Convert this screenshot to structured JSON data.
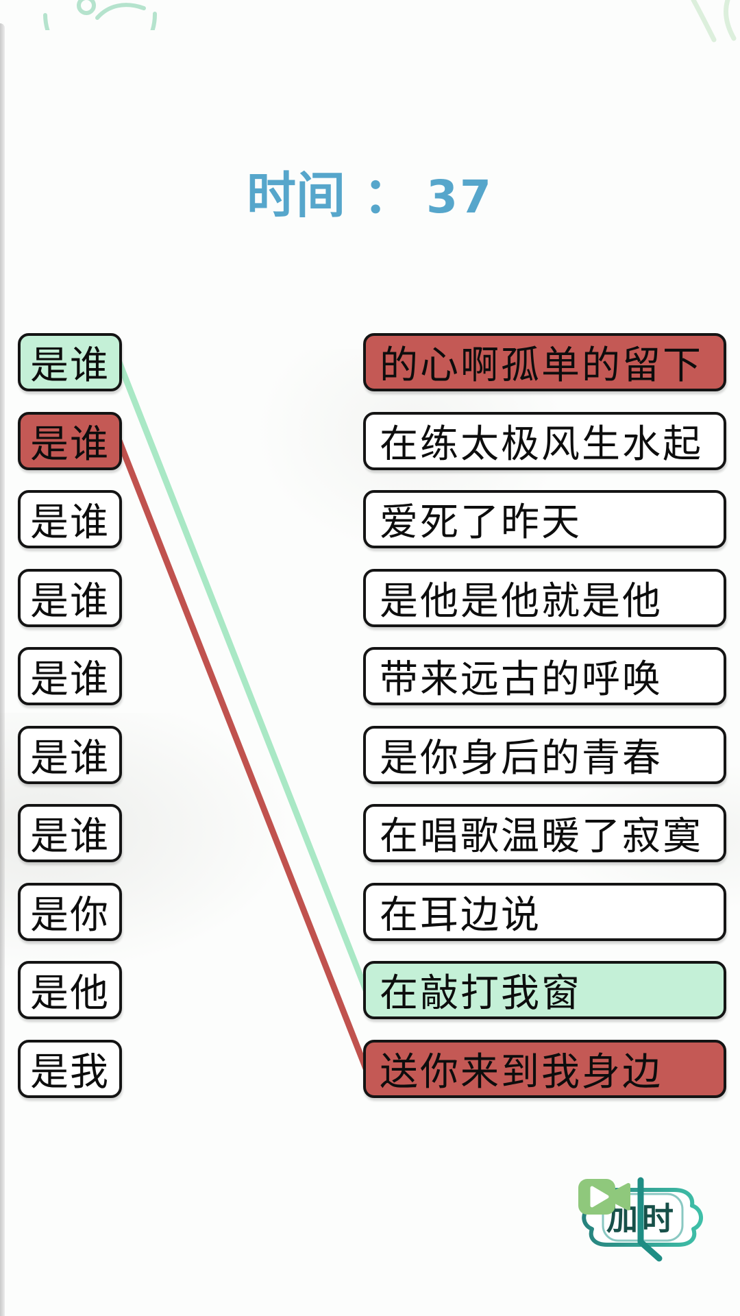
{
  "timer": {
    "label": "时间",
    "separator": "：",
    "value": "37"
  },
  "left_items": [
    {
      "label": "是谁",
      "state": "matched-green"
    },
    {
      "label": "是谁",
      "state": "matched-red"
    },
    {
      "label": "是谁",
      "state": "default"
    },
    {
      "label": "是谁",
      "state": "default"
    },
    {
      "label": "是谁",
      "state": "default"
    },
    {
      "label": "是谁",
      "state": "default"
    },
    {
      "label": "是谁",
      "state": "default"
    },
    {
      "label": "是你",
      "state": "default"
    },
    {
      "label": "是他",
      "state": "default"
    },
    {
      "label": "是我",
      "state": "default"
    }
  ],
  "right_items": [
    {
      "label": "的心啊孤单的留下",
      "state": "matched-red"
    },
    {
      "label": "在练太极风生水起",
      "state": "default"
    },
    {
      "label": "爱死了昨天",
      "state": "default"
    },
    {
      "label": "是他是他就是他",
      "state": "default"
    },
    {
      "label": "带来远古的呼唤",
      "state": "default"
    },
    {
      "label": "是你身后的青春",
      "state": "default"
    },
    {
      "label": "在唱歌温暖了寂寞",
      "state": "default"
    },
    {
      "label": "在耳边说",
      "state": "default"
    },
    {
      "label": "在敲打我窗",
      "state": "matched-green"
    },
    {
      "label": "送你来到我身边",
      "state": "matched-red"
    }
  ],
  "connections": [
    {
      "from_index": 0,
      "to_index": 8,
      "color": "green"
    },
    {
      "from_index": 1,
      "to_index": 9,
      "color": "red"
    }
  ],
  "add_time_button": {
    "label": "加时"
  },
  "colors": {
    "timer_blue": "#56a6cb",
    "tile_border": "#141414",
    "matched_green_fill": "#c4f0d7",
    "matched_red_fill": "#c45955",
    "line_green": "#a9e8c5",
    "line_red": "#c0524e",
    "badge_teal": "#2a9a8f",
    "badge_teal_dark": "#175049",
    "video_green": "#8fc87c"
  }
}
